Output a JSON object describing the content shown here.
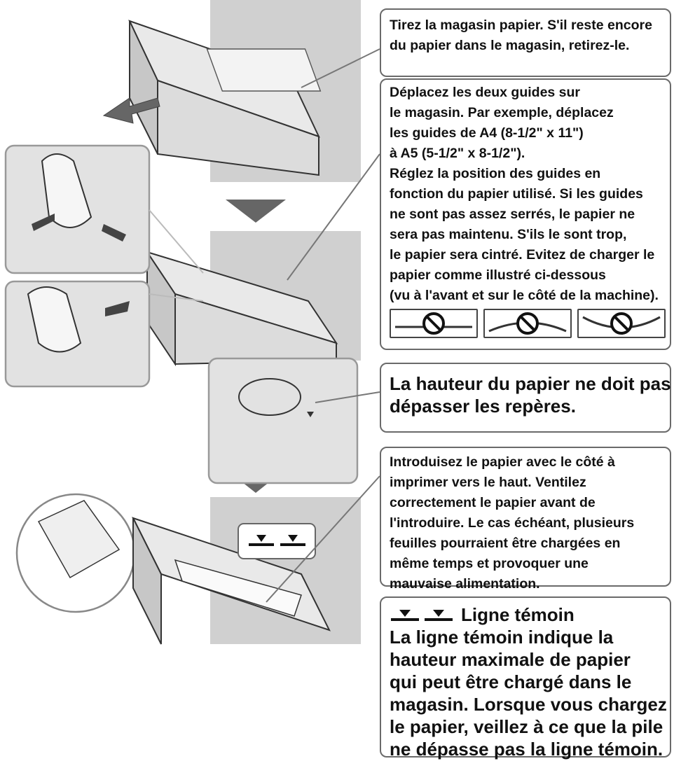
{
  "callouts": {
    "pull_out": [
      "Tirez la magasin papier. S'il reste encore",
      "du papier dans le magasin, retirez-le."
    ],
    "guides": [
      "Déplacez les deux guides sur",
      "le magasin. Par exemple, déplacez",
      "les guides de A4 (8-1/2\" x 11\")",
      "à A5 (5-1/2\" x 8-1/2\").",
      "Réglez la position des guides en",
      "fonction du papier utilisé. Si les guides",
      "ne sont pas assez serrés, le papier ne",
      "sera pas maintenu. S'ils le sont trop,",
      "le papier sera cintré. Evitez de charger le",
      "papier comme illustré ci-dessous",
      "(vu à l'avant et sur le côté de la machine)."
    ],
    "height": [
      "La hauteur du papier ne doit pas",
      "dépasser les repères."
    ],
    "insert": [
      "Introduisez le papier avec le côté à",
      "imprimer vers le haut. Ventilez",
      "correctement le papier avant de",
      "l'introduire. Le cas échéant, plusieurs",
      "feuilles pourraient être chargées en",
      "même temps et provoquer une",
      "mauvaise alimentation."
    ],
    "indicator_title": "Ligne témoin",
    "indicator": [
      "La ligne témoin indique la",
      "hauteur maximale de papier",
      "qui peut être chargé dans le",
      "magasin. Lorsque vous chargez",
      "le papier, veillez à ce que la pile",
      "ne dépasse pas la ligne témoin."
    ]
  },
  "icons": [
    "no-entry-icon",
    "fill-indicator-icon",
    "down-arrow-icon",
    "pull-arrow-icon"
  ],
  "colors": {
    "border": "#6a6a6a",
    "illustration": "#cfcfcf",
    "arrow": "#666666"
  }
}
